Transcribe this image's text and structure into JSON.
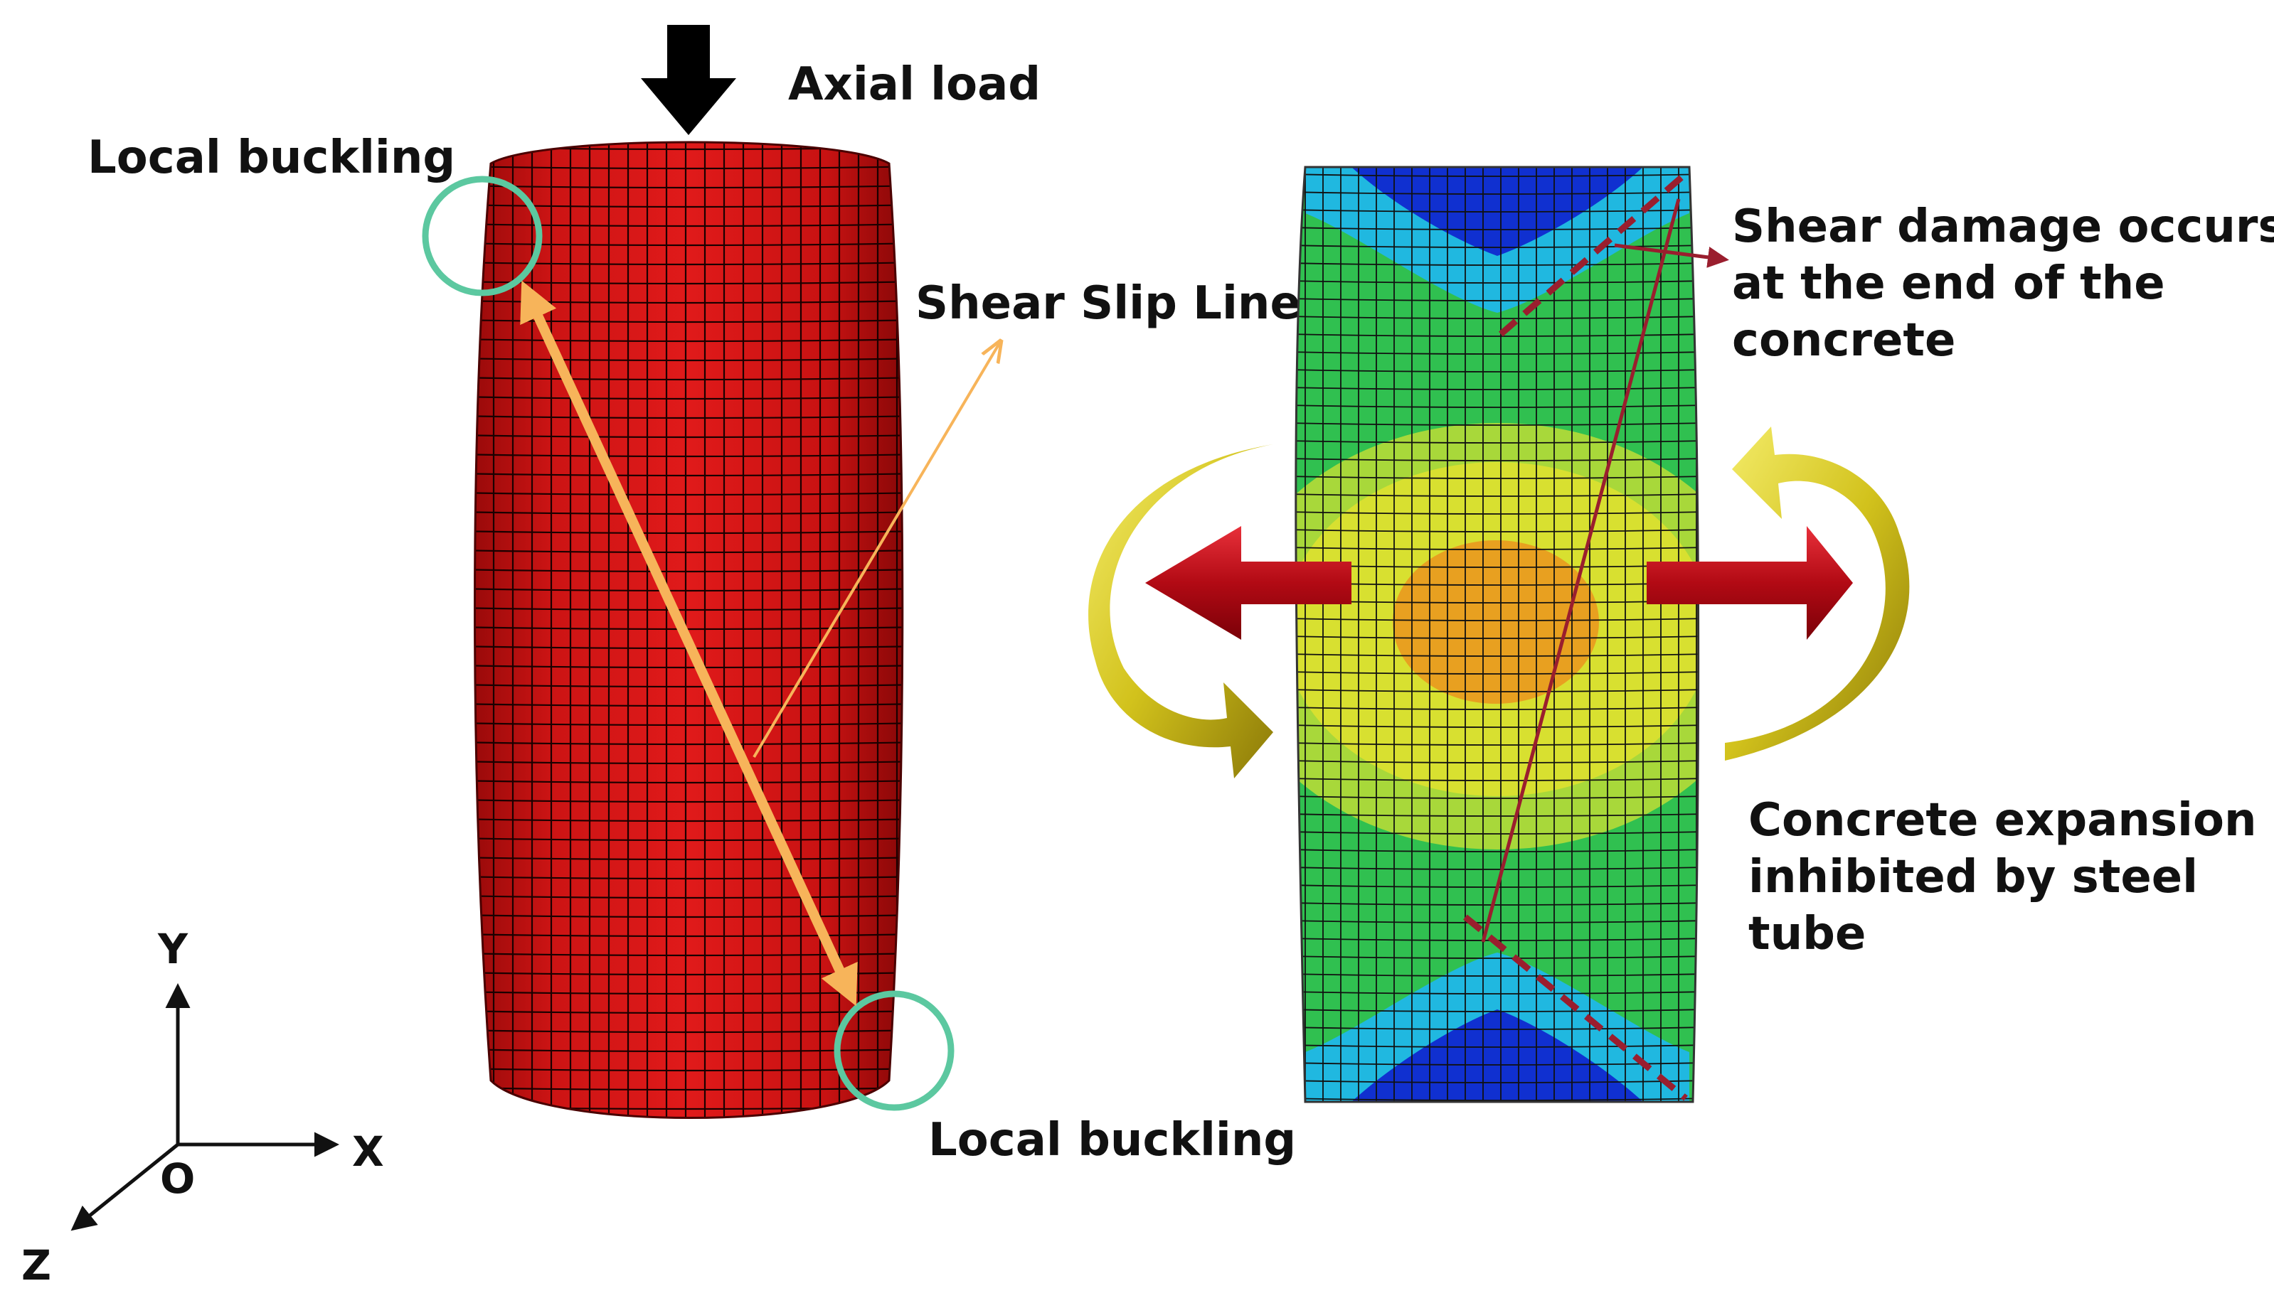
{
  "labels": {
    "axial_load": "Axial load",
    "local_buckling_top": "Local buckling",
    "local_buckling_bottom": "Local buckling",
    "shear_slip_line": "Shear Slip Line",
    "shear_damage": [
      "Shear damage occurs",
      "at the end of the",
      "concrete"
    ],
    "concrete_expansion": [
      "Concrete expansion",
      "inhibited by steel",
      "tube"
    ]
  },
  "axes": {
    "y": "Y",
    "x": "X",
    "z": "Z",
    "origin": "O"
  },
  "colors": {
    "steel_tube": "#d01010",
    "mesh": "#1a0000",
    "slip_arrow": "#f7b45a",
    "buckling_circle": "#5cc8a0",
    "expansion_arrow": "#c8101a",
    "rotation_arrow": "#d4c21a",
    "damage_line": "#9a1e2e",
    "contour_blue": "#1030d0",
    "contour_cyan": "#20b8e0",
    "contour_green": "#30c050",
    "contour_yellow": "#d8e030",
    "contour_orange": "#e8a020"
  }
}
